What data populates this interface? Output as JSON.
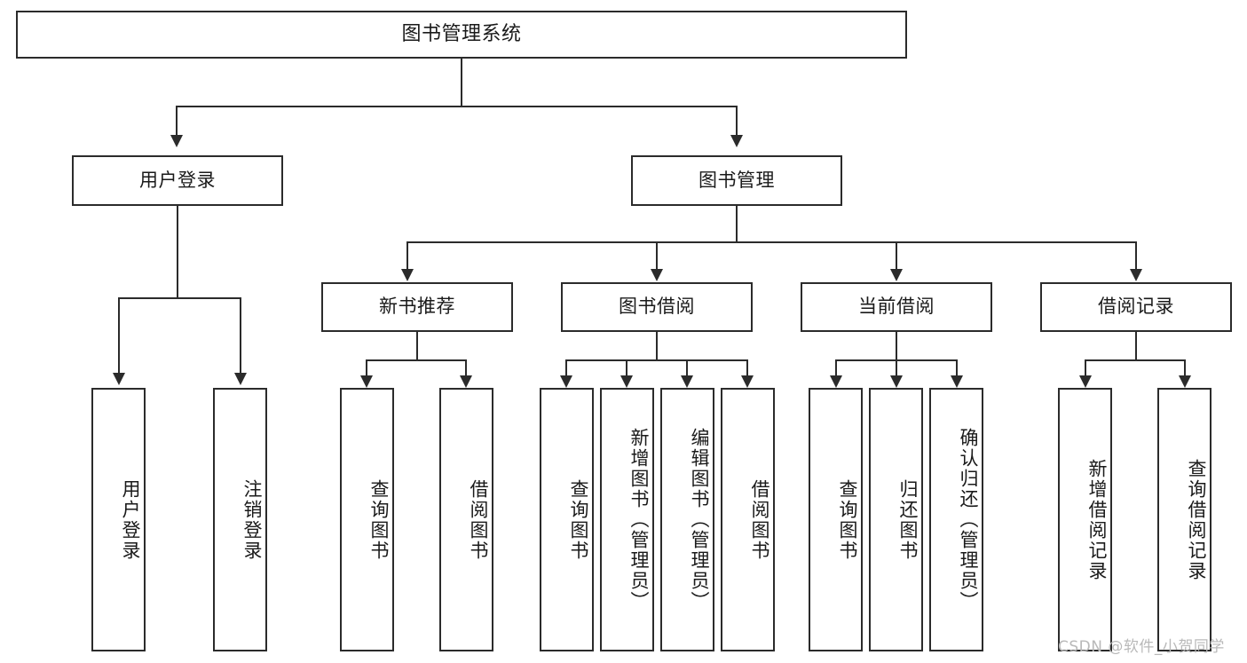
{
  "diagram": {
    "type": "tree-hierarchy",
    "title": "图书管理系统",
    "watermark": "CSDN @软件_小贺同学",
    "colors": {
      "stroke": "#2b2b2b",
      "background": "#ffffff",
      "text": "#1a1a1a",
      "watermark": "#b9b9b9"
    },
    "root": {
      "label": "图书管理系统"
    },
    "level2": [
      {
        "label": "用户登录"
      },
      {
        "label": "图书管理"
      }
    ],
    "level3": [
      {
        "label": "新书推荐"
      },
      {
        "label": "图书借阅"
      },
      {
        "label": "当前借阅"
      },
      {
        "label": "借阅记录"
      }
    ],
    "leaves": {
      "user_login": [
        {
          "label": "用户登录"
        },
        {
          "label": "注销登录"
        }
      ],
      "new_book_recommend": [
        {
          "label": "查询图书"
        },
        {
          "label": "借阅图书"
        }
      ],
      "book_borrow": [
        {
          "label": "查询图书"
        },
        {
          "label": "新增图书（管理员）"
        },
        {
          "label": "编辑图书（管理员）"
        },
        {
          "label": "借阅图书"
        }
      ],
      "current_borrow": [
        {
          "label": "查询图书"
        },
        {
          "label": "归还图书"
        },
        {
          "label": "确认归还（管理员）"
        }
      ],
      "borrow_record": [
        {
          "label": "新增借阅记录"
        },
        {
          "label": "查询借阅记录"
        }
      ]
    }
  }
}
